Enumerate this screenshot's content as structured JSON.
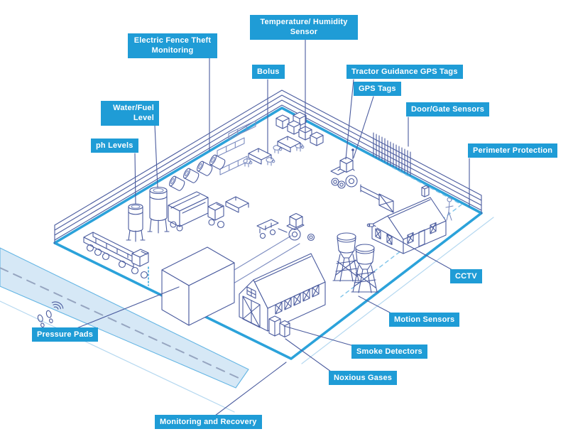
{
  "diagram": {
    "description": "Isometric smart-farm security and monitoring diagram with callout labels",
    "background": "#ffffff"
  },
  "labels": {
    "electric_fence": "Electric Fence Theft Monitoring",
    "temperature_humidity": "Temperature/ Humidity Sensor",
    "bolus": "Bolus",
    "tractor_guidance": "Tractor Guidance GPS Tags",
    "gps_tags": "GPS Tags",
    "door_gate": "Door/Gate Sensors",
    "perimeter": "Perimeter Protection",
    "water_fuel": "Water/Fuel Level",
    "ph_levels": "ph Levels",
    "cctv": "CCTV",
    "motion_sensors": "Motion Sensors",
    "smoke_detectors": "Smoke Detectors",
    "noxious_gases": "Noxious Gases",
    "pressure_pads": "Pressure Pads",
    "monitoring_recovery": "Monitoring and Recovery"
  },
  "colors": {
    "label_bg": "#1f9cd6",
    "label_text": "#ffffff",
    "boundary": "#2ba2da",
    "leader": "#5cb3e4",
    "road_fill": "#d6e8f6",
    "road_edge": "#66b6e4",
    "line_art": "#4a5b9e",
    "line_art_light": "#7c8cc0"
  },
  "icons": [
    "footprints-icon",
    "wifi-waves-icon",
    "cctv-camera-icon",
    "gps-antenna-icon"
  ]
}
